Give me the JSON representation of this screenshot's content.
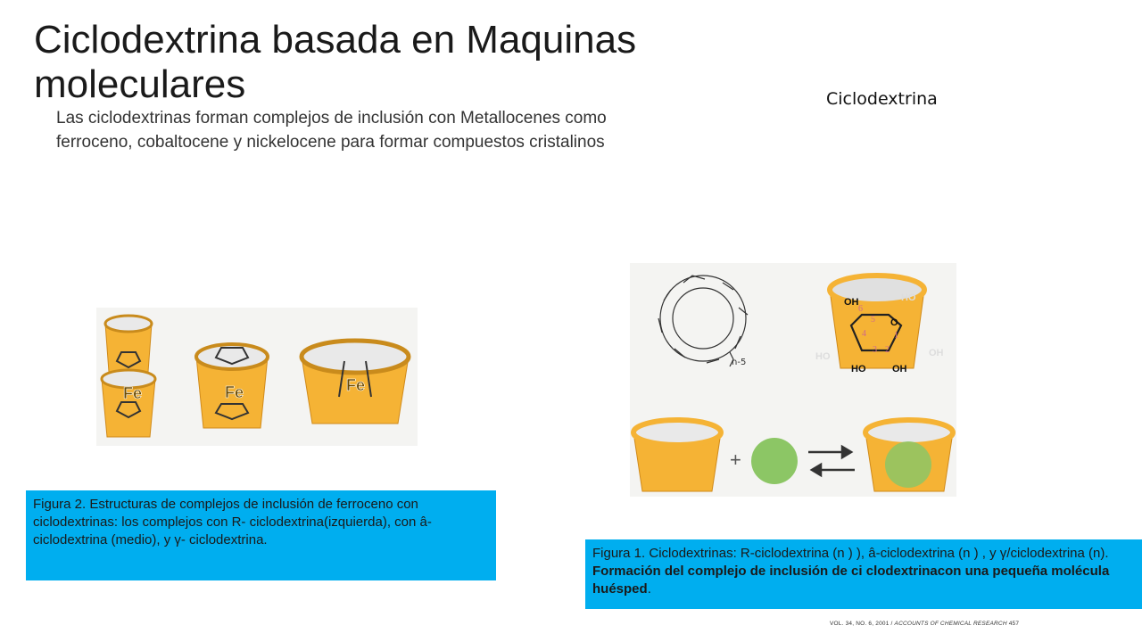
{
  "slide": {
    "title": "Ciclodextrina basada en Maquinas moleculares",
    "subtitle": "Ciclodextrina",
    "body": "Las ciclodextrinas forman complejos de inclusión con Metallocenes como ferroceno, cobaltocene y nickelocene para formar compuestos cristalinos"
  },
  "figure2": {
    "labels": [
      "Fe",
      "Fe",
      "Fe"
    ],
    "caption": "Figura 2. Estructuras de complejos de inclusión de ferroceno con ciclodextrinas: los complejos con R- ciclodextrina(izquierda), con â-ciclodextrina (medio), y γ- ciclodextrina."
  },
  "figure1": {
    "structure_labels": {
      "repeat": "n-5",
      "oh_top": "OH",
      "ho_right": "HO",
      "ho_left": "HO",
      "oh_right": "OH",
      "ho_bottom": "HO",
      "oh_bottom": "OH",
      "o": "O",
      "ring_numbers": [
        "6",
        "5",
        "4",
        "1",
        "3",
        "2"
      ]
    },
    "plus": "+",
    "caption_plain": "Figura 1. Ciclodextrinas: R-ciclodextrina (n ) ), â-ciclodextrina (n ) , y γ/ciclodextrina (n). ",
    "caption_bold": "Formación del complejo de inclusión de    ci clodextrinacon una pequeña molécula huésped",
    "caption_end": "."
  },
  "footer": {
    "citation": "VOL. 34, NO. 6, 2001  /  ",
    "journal": "ACCOUNTS OF CHEMICAL RESEARCH",
    "page": "  457"
  },
  "colors": {
    "caption_bg": "#00aeef",
    "cup_orange": "#f5b335",
    "guest_green": "#8cc665"
  }
}
